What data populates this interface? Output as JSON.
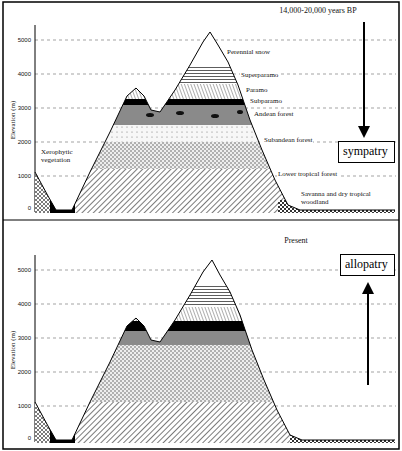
{
  "diagram": {
    "nodes": [
      {
        "text": [
          "sympatry"
        ]
      },
      {
        "text": [
          "allopatry"
        ]
      }
    ],
    "labels": [
      "14,000-20,000 years BP",
      "5000",
      "4000",
      "3000",
      "2000",
      "1000",
      "0",
      "Elevation (m)",
      "Perennial snow",
      "Superparamo",
      "Paramo",
      "Subparamo",
      "Andean forest",
      "Subandean forest",
      "Lower tropical forest",
      "Savanna and dry tropical woodland",
      "Xerophytic vegetation",
      "Present",
      "5000",
      "4000",
      "3000",
      "2000",
      "1000",
      "0",
      "Elevation (m)"
    ]
  }
}
